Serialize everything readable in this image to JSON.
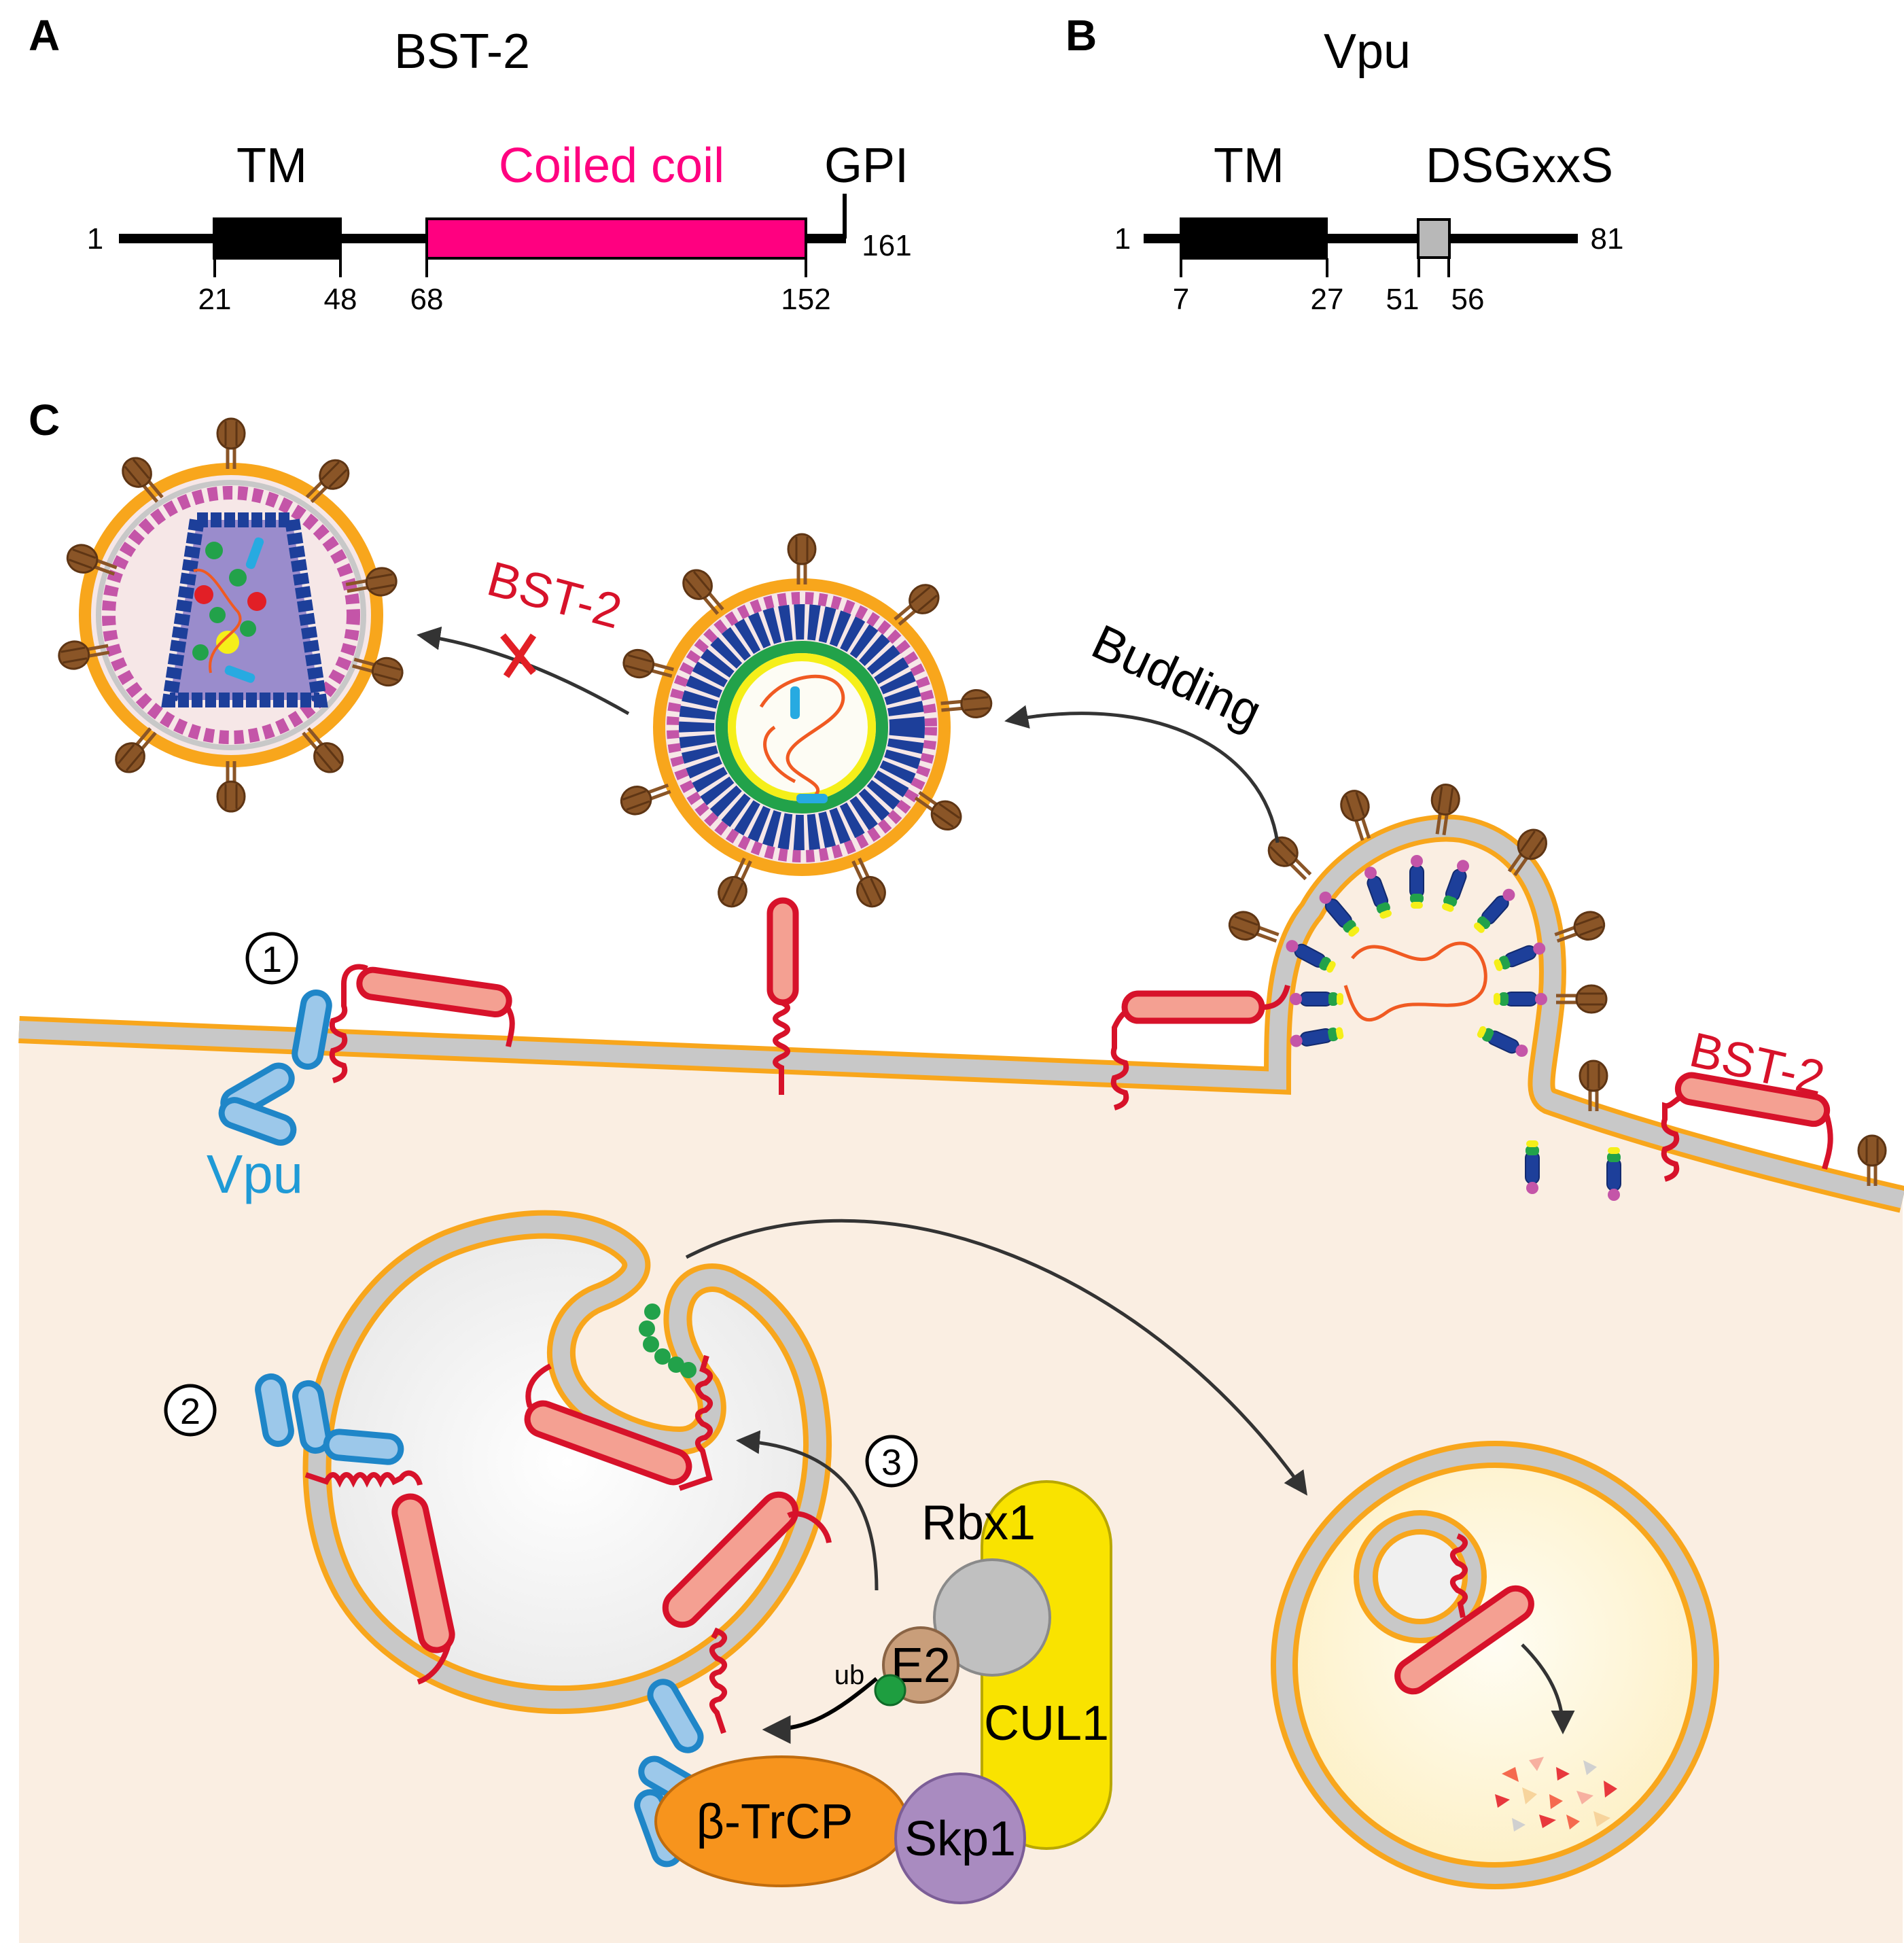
{
  "panels": {
    "a": "A",
    "b": "B",
    "c": "C"
  },
  "panel_a": {
    "title": "BST-2",
    "tm": "TM",
    "coiled_coil": "Coiled coil",
    "gpi": "GPI",
    "start": "1",
    "end": "161",
    "ticks": [
      "21",
      "48",
      "68",
      "152"
    ]
  },
  "panel_b": {
    "title": "Vpu",
    "tm": "TM",
    "motif": "DSGxxS",
    "start": "1",
    "end": "81",
    "ticks": [
      "7",
      "27",
      "51",
      "56"
    ]
  },
  "panel_c": {
    "bst2_blocked": "BST-2",
    "budding": "Budding",
    "step1": "1",
    "step2": "2",
    "step3": "3",
    "vpu": "Vpu",
    "bst2_membrane": "BST-2",
    "rbx1": "Rbx1",
    "e2": "E2",
    "ub": "ub",
    "cul1": "CUL1",
    "btrcp": "β-TrCP",
    "skp1": "Skp1"
  },
  "colors": {
    "coiled_coil": "#ff0080",
    "bst2": "#d7122a",
    "bst2_fill": "#f4a092",
    "vpu": "#1f86c8",
    "vpu_fill": "#9cc8ea",
    "membrane_edge": "#f8a61c",
    "membrane_core": "#c8c8c8",
    "cytoplasm": "#faeee2",
    "cul1": "#f9e300",
    "btrcp": "#f7941d",
    "skp1": "#a98bc0",
    "e2": "#c99e7a",
    "rbx1": "#c0c0c0",
    "ubiquitin": "#1e9e40",
    "motif_box": "#b8b8b8"
  }
}
